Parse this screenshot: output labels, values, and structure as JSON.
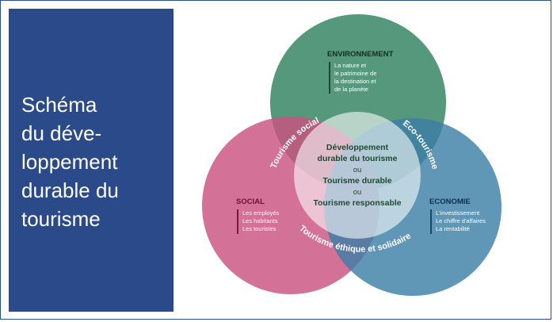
{
  "title_lines": [
    "Schéma",
    "du déve-",
    "loppement",
    "durable du",
    "tourisme"
  ],
  "colors": {
    "panel": "#2b4a8a",
    "environnement": "#3f8a6a",
    "social": "#c9537f",
    "economie": "#3d7fa6",
    "center": "#ffffff"
  },
  "environnement": {
    "heading": "ENVIRONNEMENT",
    "lines": [
      "La nature et",
      "le patrimoine de",
      "la destination et",
      "de la planète"
    ]
  },
  "social": {
    "heading": "SOCIAL",
    "lines": [
      "Les employés",
      "Les habitants",
      "Les touristes"
    ]
  },
  "economie": {
    "heading": "ECONOMIE",
    "lines": [
      "L'investissement",
      "Le chiffre d'affaires",
      "La rentabilité"
    ]
  },
  "overlaps": {
    "env_social": "Tourisme social",
    "env_eco": "Eco-tourisme",
    "social_eco": "Tourisme éthique et solidaire"
  },
  "center": {
    "lines": [
      "Développement",
      "durable du tourisme",
      "ou",
      "Tourisme durable",
      "ou",
      "Tourisme responsable"
    ]
  }
}
